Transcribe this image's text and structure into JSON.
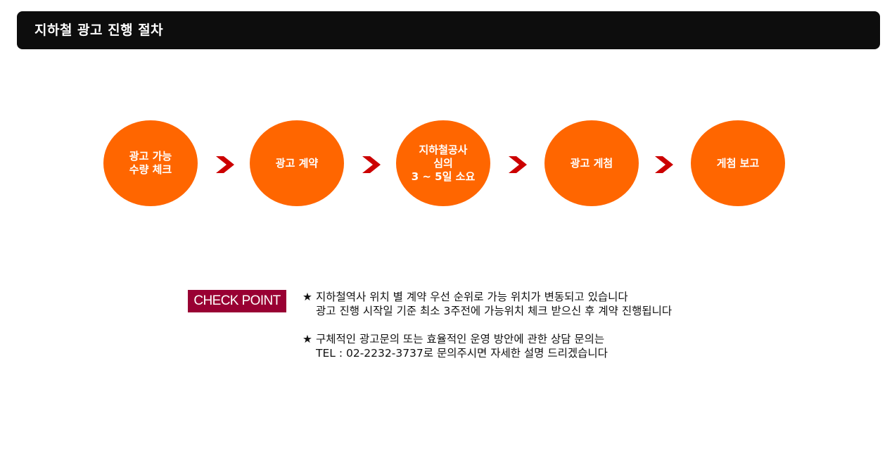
{
  "header": {
    "title": "지하철 광고 진행 절차"
  },
  "steps": [
    {
      "label": "광고 가능\n수량 체크"
    },
    {
      "label": "광고 계약"
    },
    {
      "label": "지하철공사\n심의\n3 ~ 5일 소요"
    },
    {
      "label": "광고 게첨"
    },
    {
      "label": "게첨 보고"
    }
  ],
  "colors": {
    "header_bg": "#0d0d0d",
    "step_fill": "#ff6600",
    "arrow": "#cc0000",
    "badge_bg": "#990033"
  },
  "check_point": {
    "badge": "CHECK POINT",
    "star": "★",
    "notes": [
      {
        "line1": "지하철역사 위치 별 계약 우선 순위로 가능 위치가 변동되고 있습니다",
        "line2": "광고 진행 시작일 기준 최소 3주전에 가능위치 체크 받으신 후 계약 진행됩니다"
      },
      {
        "line1": "구체적인 광고문의 또는 효율적인 운영 방안에 관한 상담 문의는",
        "line2": "TEL : 02-2232-3737로 문의주시면 자세한 설명 드리겠습니다"
      }
    ]
  }
}
